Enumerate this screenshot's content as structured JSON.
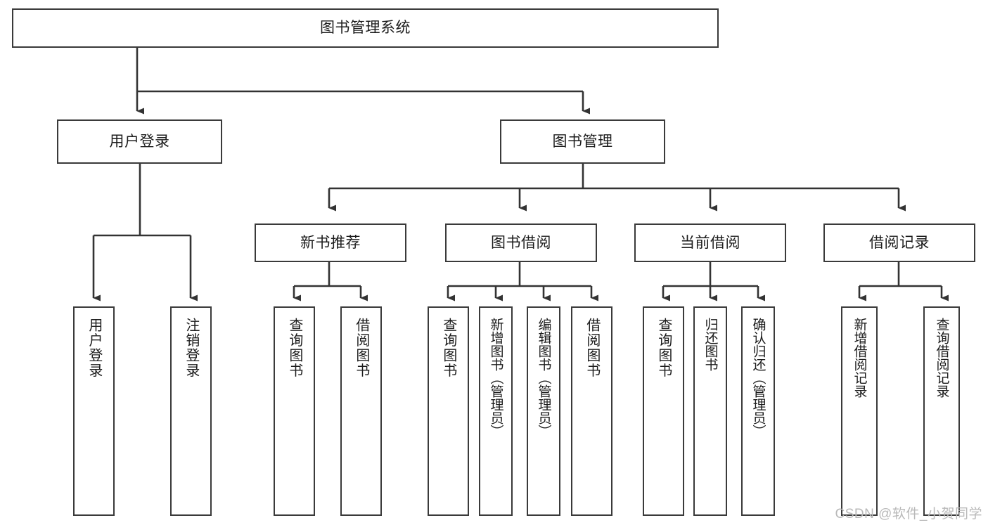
{
  "diagram": {
    "type": "tree-hierarchy",
    "title": "图书管理系统",
    "orientation": "top-down",
    "colors": {
      "box_border": "#3a3a3a",
      "box_fill": "#ffffff",
      "connector": "#333333",
      "text": "#1c1c1c",
      "watermark": "#b9b9b9"
    },
    "root": {
      "label": "图书管理系统"
    },
    "level1": [
      {
        "label": "用户登录"
      },
      {
        "label": "图书管理"
      }
    ],
    "level2": [
      {
        "label": "新书推荐"
      },
      {
        "label": "图书借阅"
      },
      {
        "label": "当前借阅"
      },
      {
        "label": "借阅记录"
      }
    ],
    "leaves": {
      "user_login": [
        {
          "label": "用户登录"
        },
        {
          "label": "注销登录"
        }
      ],
      "new_book_recommend": [
        {
          "label": "查询图书"
        },
        {
          "label": "借阅图书"
        }
      ],
      "book_borrow": [
        {
          "label": "查询图书"
        },
        {
          "label": "新增图书（管理员）"
        },
        {
          "label": "编辑图书（管理员）"
        },
        {
          "label": "借阅图书"
        }
      ],
      "current_borrow": [
        {
          "label": "查询图书"
        },
        {
          "label": "归还图书"
        },
        {
          "label": "确认归还（管理员）"
        }
      ],
      "borrow_record": [
        {
          "label": "新增借阅记录"
        },
        {
          "label": "查询借阅记录"
        }
      ]
    }
  },
  "watermark": {
    "text": "CSDN @软件_小贺同学"
  }
}
